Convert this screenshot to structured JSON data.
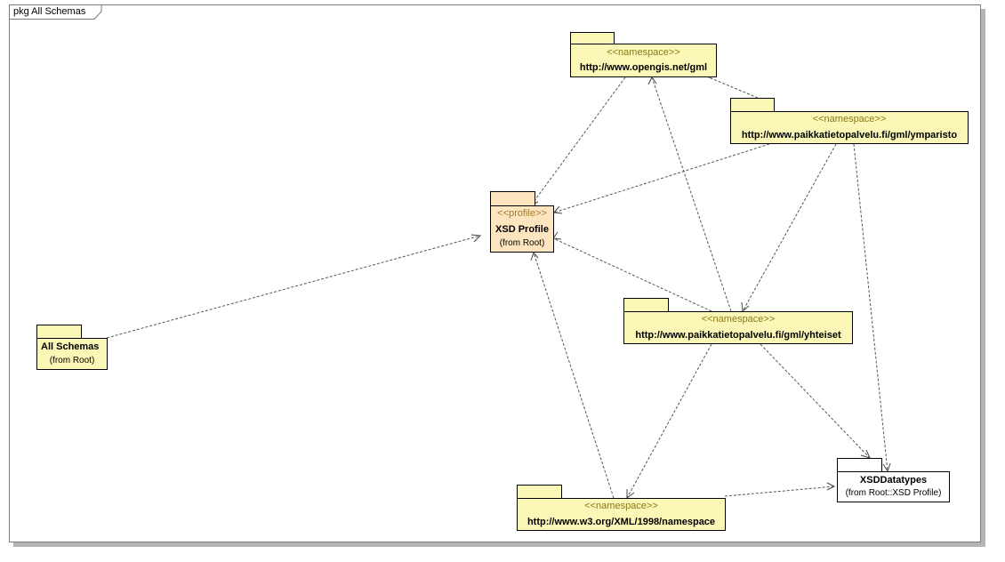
{
  "frame": {
    "label": "pkg All Schemas"
  },
  "packages": {
    "gml": {
      "stereotype": "<<namespace>>",
      "name": "http://www.opengis.net/gml"
    },
    "ymparisto": {
      "stereotype": "<<namespace>>",
      "name": "http://www.paikkatietopalvelu.fi/gml/ymparisto"
    },
    "xsd_profile": {
      "stereotype": "<<profile>>",
      "name": "XSD Profile",
      "from": "(from Root)"
    },
    "all_schemas": {
      "name": "All Schemas",
      "from": "(from Root)"
    },
    "yhteiset": {
      "stereotype": "<<namespace>>",
      "name": "http://www.paikkatietopalvelu.fi/gml/yhteiset"
    },
    "w3_namespace": {
      "stereotype": "<<namespace>>",
      "name": "http://www.w3.org/XML/1998/namespace"
    },
    "xsd_datatypes": {
      "name": "XSDDatatypes",
      "from": "(from Root::XSD Profile)"
    }
  },
  "colors": {
    "namespace_fill": "#fbf7b7",
    "profile_fill": "#fde6bf",
    "line": "#555555"
  }
}
